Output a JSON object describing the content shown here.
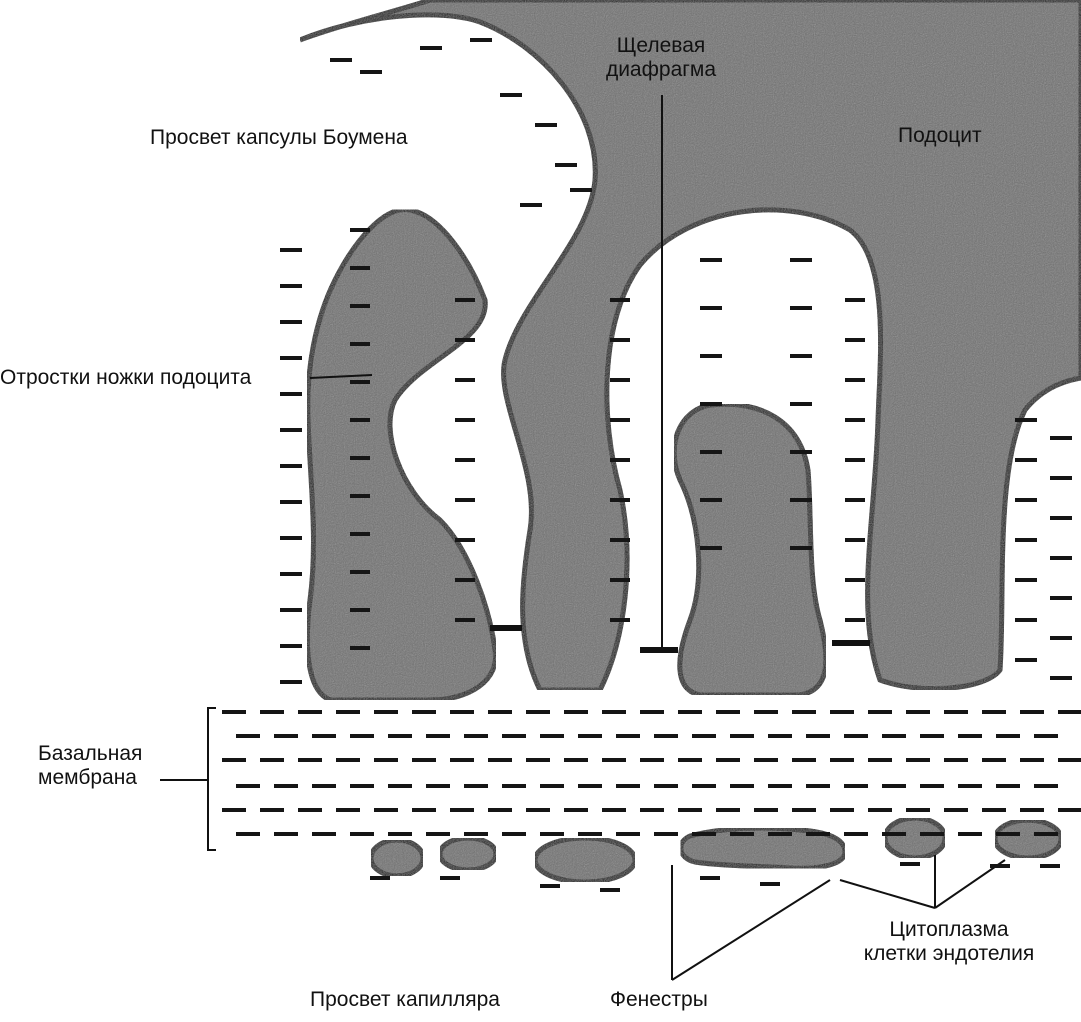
{
  "labels": {
    "bowman_lumen": "Просвет капсулы Боумена",
    "slit_diaphragm_line1": "Щелевая",
    "slit_diaphragm_line2": "диафрагма",
    "podocyte": "Подоцит",
    "foot_processes": "Отростки ножки подоцита",
    "basement_membrane_line1": "Базальная",
    "basement_membrane_line2": "мембрана",
    "endothelium_line1": "Цитоплазма",
    "endothelium_line2": "клетки эндотелия",
    "capillary_lumen": "Просвет капилляра",
    "fenestrae": "Фенестры"
  },
  "colors": {
    "cell_fill": "#6f6f6f",
    "outline": "#111111",
    "dash": "#151515",
    "background": "#ffffff"
  }
}
